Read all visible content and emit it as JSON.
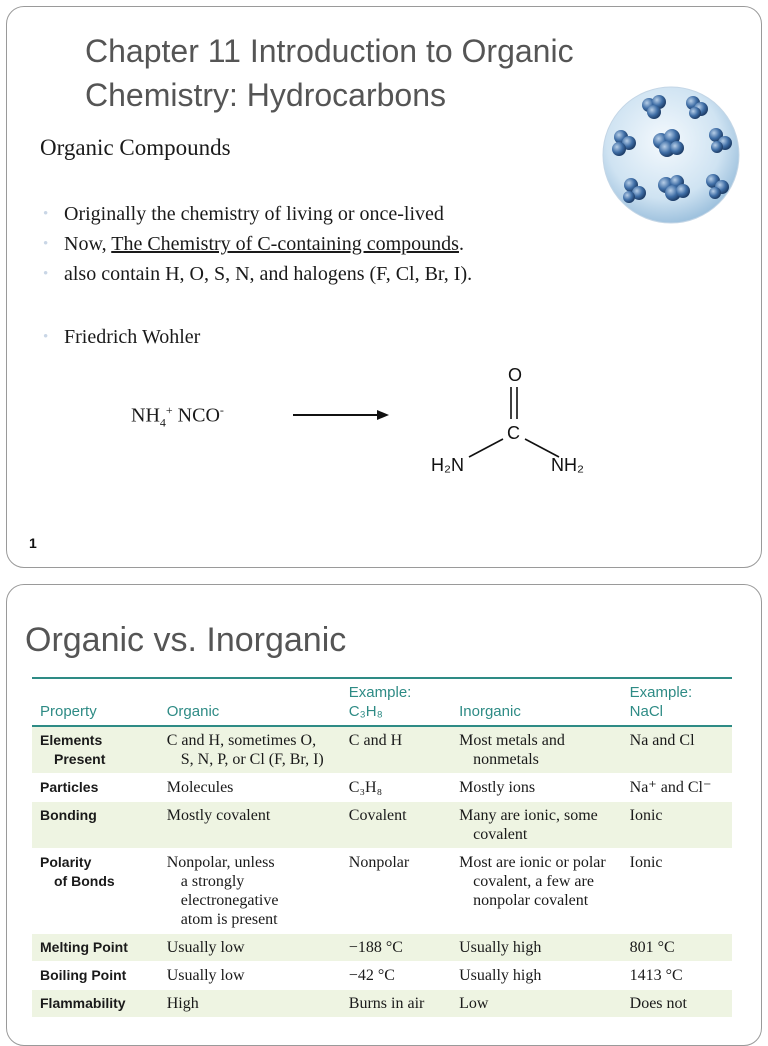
{
  "slide1": {
    "title_line1": "Chapter 11  Introduction to Organic",
    "title_line2": "Chemistry: Hydrocarbons",
    "subheading": "Organic Compounds",
    "bullet1": "Originally the chemistry of living or once-lived",
    "bullet2_prefix": "Now, ",
    "bullet2_underlined": "The Chemistry of C-containing compounds",
    "bullet2_suffix": ".",
    "bullet3": "also contain H, O, S, N, and halogens (F, Cl, Br, I).",
    "bullet4": "Friedrich Wohler",
    "reactant_nh": "NH",
    "reactant_sub": "4",
    "reactant_sup": "+",
    "reactant_nco": "NCO",
    "reactant_nco_sup": "-",
    "urea_o": "O",
    "urea_c": "C",
    "urea_h2n": "H₂N",
    "urea_nh2": "NH₂",
    "page_number": "1"
  },
  "slide2": {
    "title": "Organic vs. Inorganic",
    "headers": [
      "Property",
      "Organic",
      "Example:\nC₃H₈",
      "Inorganic",
      "Example:\nNaCl"
    ],
    "rows": [
      [
        "Elements\nPresent",
        "C and H, sometimes O,\nS, N, P, or Cl (F, Br, I)",
        "C and H",
        "Most metals and\nnonmetals",
        "Na and Cl"
      ],
      [
        "Particles",
        "Molecules",
        "C₃H₈",
        "Mostly ions",
        "Na⁺ and Cl⁻"
      ],
      [
        "Bonding",
        "Mostly covalent",
        "Covalent",
        "Many are ionic, some\ncovalent",
        "Ionic"
      ],
      [
        "Polarity\nof Bonds",
        "Nonpolar, unless\na strongly\nelectronegative\natom is present",
        "Nonpolar",
        "Most are ionic or polar\ncovalent, a few are\nnonpolar covalent",
        "Ionic"
      ],
      [
        "Melting Point",
        "Usually low",
        "−188 °C",
        "Usually high",
        "801 °C"
      ],
      [
        "Boiling Point",
        "Usually low",
        "−42 °C",
        "Usually high",
        "1413 °C"
      ],
      [
        "Flammability",
        "High",
        "Burns in air",
        "Low",
        "Does not"
      ]
    ]
  },
  "colors": {
    "title_gray": "#555555",
    "table_accent": "#2e8b85",
    "row_shade": "#eef4e2"
  },
  "icons": {
    "sphere": "molecule-sphere-illustration",
    "arrow": "reaction-arrow"
  }
}
